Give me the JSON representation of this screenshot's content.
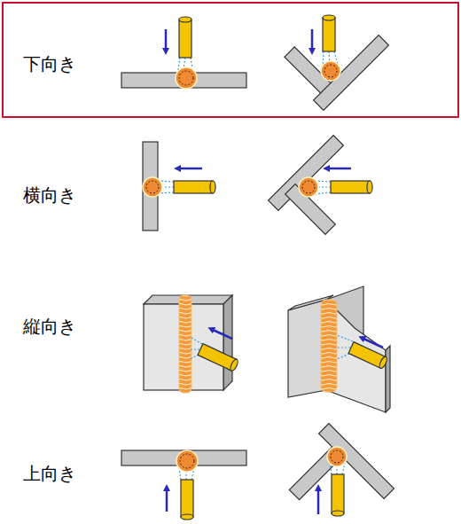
{
  "diagram": {
    "nodes": [
      {
        "text": [
          "下向き"
        ]
      }
    ],
    "labels": [
      "横向き",
      "縦向き",
      "上向き"
    ]
  }
}
